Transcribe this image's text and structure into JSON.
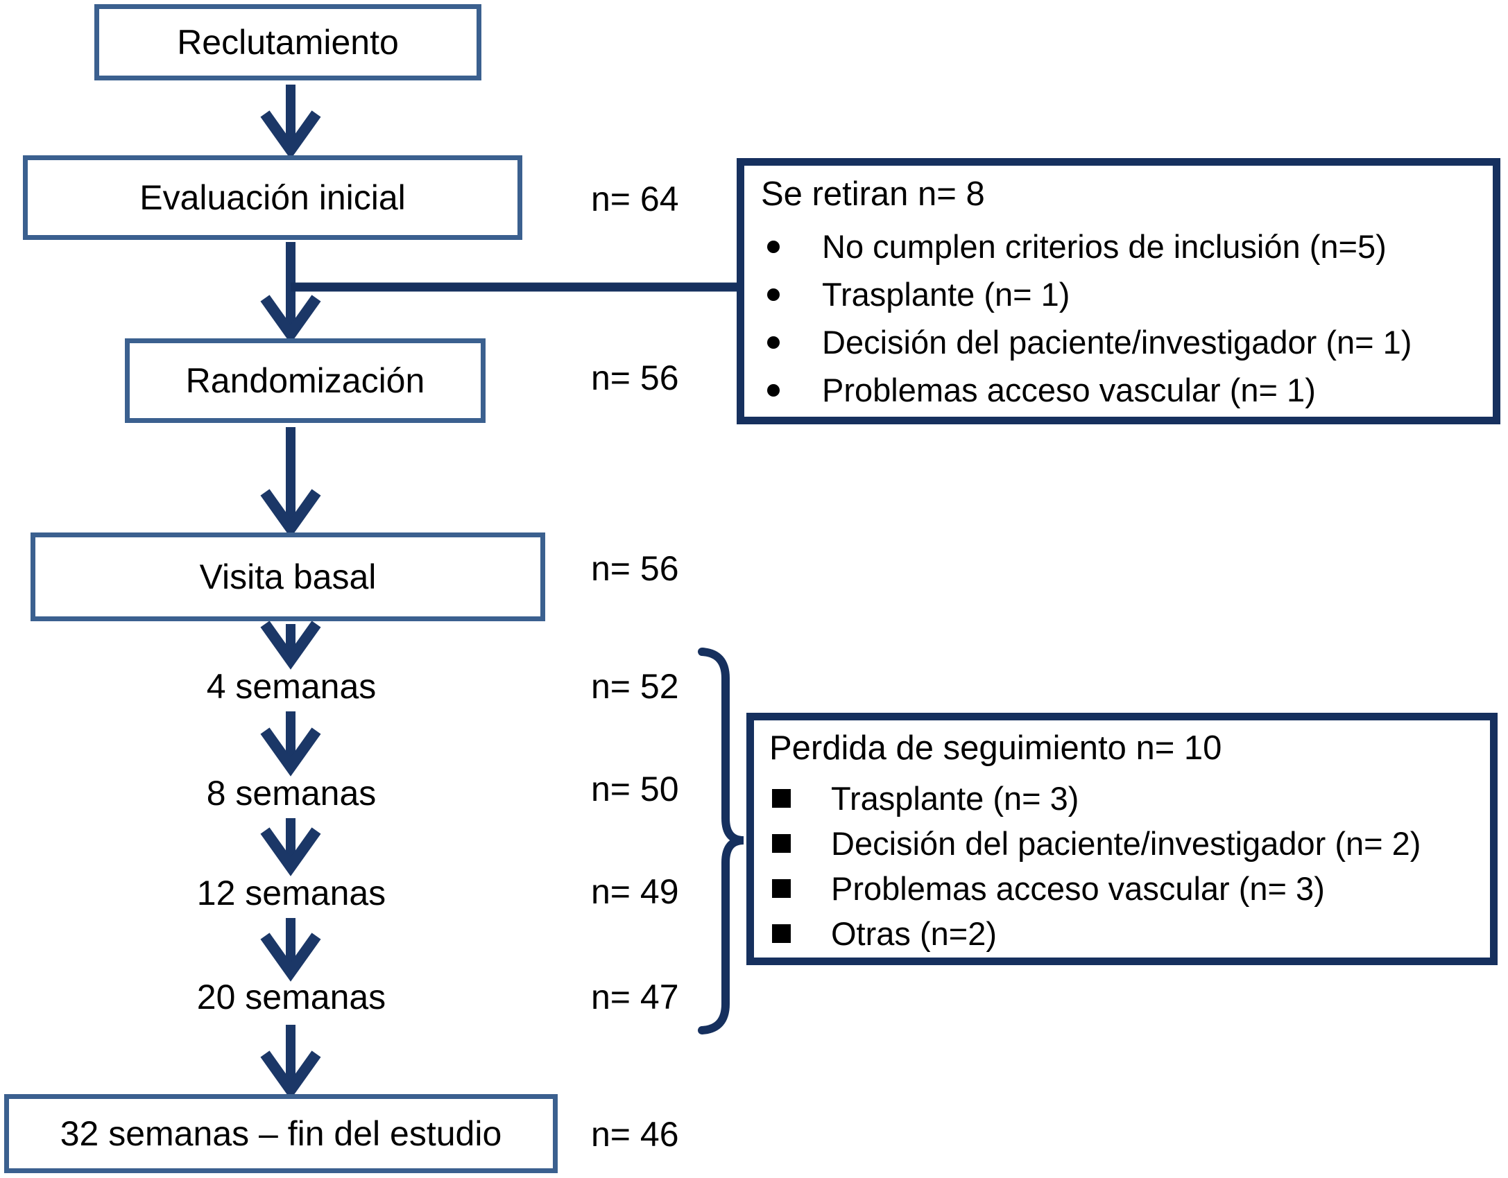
{
  "diagram": {
    "colors": {
      "flow_box_border": "#3b608f",
      "navy": "#16305e",
      "arrow": "#1b3767",
      "text": "#000000",
      "background": "#ffffff"
    },
    "boxes": {
      "recruitment": "Reclutamiento",
      "initial_eval": "Evaluación inicial",
      "randomization": "Randomización",
      "baseline_visit": "Visita basal",
      "end_of_study": "32 semanas – fin del estudio"
    },
    "milestones": {
      "week4": "4 semanas",
      "week8": "8 semanas",
      "week12": "12 semanas",
      "week20": "20 semanas"
    },
    "counts": {
      "initial_eval": "n= 64",
      "randomization": "n= 56",
      "baseline_visit": "n= 56",
      "week4": "n= 52",
      "week8": "n= 50",
      "week12": "n= 49",
      "week20": "n= 47",
      "end_of_study": "n= 46"
    },
    "withdrawals": {
      "title": "Se retiran n= 8",
      "items": [
        "No cumplen criterios de inclusión (n=5)",
        "Trasplante (n= 1)",
        "Decisión del paciente/investigador (n= 1)",
        "Problemas acceso vascular (n= 1)"
      ]
    },
    "followup_loss": {
      "title": "Perdida de seguimiento n= 10",
      "items": [
        "Trasplante (n= 3)",
        "Decisión del paciente/investigador (n= 2)",
        "Problemas acceso vascular (n= 3)",
        "Otras (n=2)"
      ]
    }
  }
}
